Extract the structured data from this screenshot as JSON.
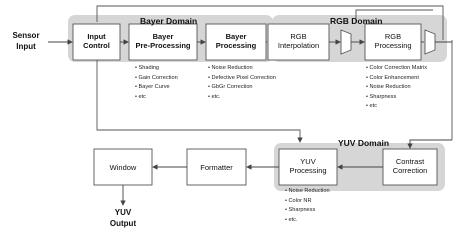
{
  "input": {
    "line1": "Sensor",
    "line2": "Input"
  },
  "output": {
    "line1": "YUV",
    "line2": "Output"
  },
  "domains": {
    "bayer": "Bayer Domain",
    "rgb": "RGB Domain",
    "yuv": "YUV Domain"
  },
  "blocks": {
    "input_control": {
      "line1": "Input",
      "line2": "Control"
    },
    "bayer_preproc": {
      "line1": "Bayer",
      "line2": "Pre-Processing"
    },
    "bayer_proc": {
      "line1": "Bayer",
      "line2": "Processing"
    },
    "rgb_interp": {
      "line1": "RGB",
      "line2": "Interpolation"
    },
    "rgb_proc": {
      "line1": "RGB",
      "line2": "Processing"
    },
    "contrast": {
      "line1": "Contrast",
      "line2": "Correction"
    },
    "yuv_proc": {
      "line1": "YUV",
      "line2": "Processing"
    },
    "formatter": {
      "line1": "Formatter"
    },
    "window": {
      "line1": "Window"
    }
  },
  "notes": {
    "preproc": [
      "Shading",
      "Gain Correction",
      "Bayer Curve",
      "etc"
    ],
    "bayer_proc": [
      "Noise Reduction",
      "Defective Pixel Correction",
      "GbGr Correction",
      "etc."
    ],
    "rgb_proc": [
      "Color Correction Matrix",
      "Color Enhancement",
      "Noise Reduction",
      "Sharpness",
      "etc"
    ],
    "yuv_proc": [
      "Noise Reduction",
      "Color NR",
      "Sharpness",
      "etc."
    ]
  }
}
